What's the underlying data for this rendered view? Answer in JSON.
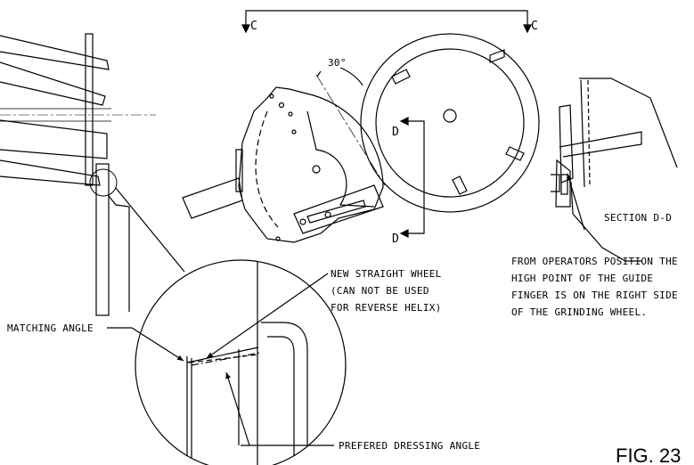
{
  "section_markers": {
    "c_left": "C",
    "c_right": "C",
    "d_top": "D",
    "d_bottom": "D"
  },
  "angle_label": "30°",
  "section_title": "SECTION D-D",
  "note": [
    "FROM OPERATORS POSITION THE",
    "HIGH POINT OF THE GUIDE",
    "FINGER IS ON THE RIGHT SIDE",
    "OF THE GRINDING WHEEL."
  ],
  "callouts": {
    "new_wheel": [
      "NEW STRAIGHT WHEEL",
      "(CAN NOT BE USED",
      "FOR REVERSE HELIX)"
    ],
    "matching_angle": "MATCHING ANGLE",
    "dressing_angle": "PREFERED DRESSING ANGLE"
  },
  "figure_label": "FIG. 23"
}
